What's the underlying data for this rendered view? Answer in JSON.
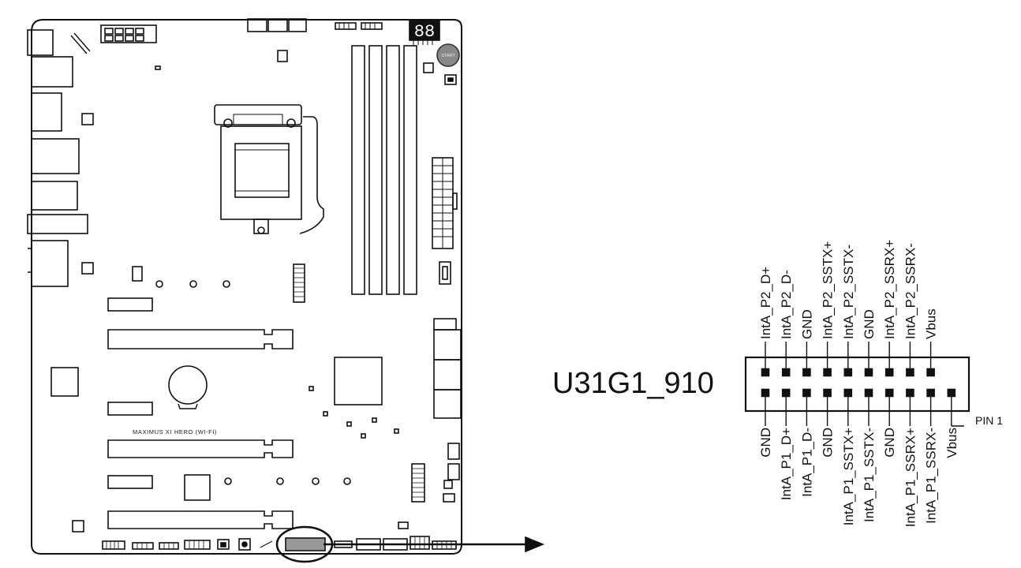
{
  "header": {
    "name": "U31G1_910",
    "pin1_label": "PIN 1"
  },
  "board": {
    "model": "MAXIMUS XI HERO (WI-FI)",
    "start_button": "START",
    "debug_display": "88"
  },
  "pins": {
    "top_row": [
      "IntA_P2_D+",
      "IntA_P2_D-",
      "GND",
      "IntA_P2_SSTX+",
      "IntA_P2_SSTX-",
      "GND",
      "IntA_P2_SSRX+",
      "IntA_P2_SSRX-",
      "Vbus"
    ],
    "bottom_row": [
      "GND",
      "IntA_P1_D+",
      "IntA_P1_D-",
      "GND",
      "IntA_P1_SSTX+",
      "IntA_P1_SSTX-",
      "GND",
      "IntA_P1_SSRX+",
      "IntA_P1_SSRX-",
      "Vbus"
    ]
  }
}
